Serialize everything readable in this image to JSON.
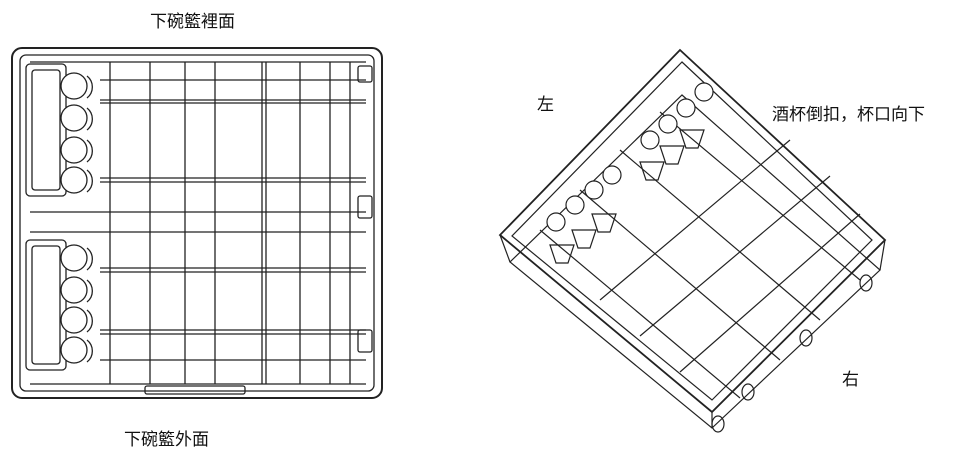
{
  "labels": {
    "top_view": "下碗籃裡面",
    "bottom_view": "下碗籃外面",
    "left_side": "左",
    "right_side": "右",
    "glass_note": "酒杯倒扣，杯口向下"
  },
  "colors": {
    "line": "#222222",
    "background": "#ffffff"
  }
}
